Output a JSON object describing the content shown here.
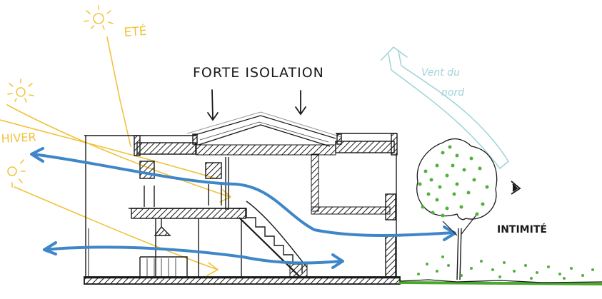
{
  "labels": {
    "ete": "ETÉ",
    "hiver": "HIVER",
    "forte_isolation": "FORTE ISOLATION",
    "vent_line1": "Vent du",
    "vent_line2": "nord",
    "intimite": "INTIMITÉ"
  },
  "colors": {
    "ink": "#1a1a1a",
    "sun": "#f2c23a",
    "air_flow": "#3f86c8",
    "wind": "#9fd3d6",
    "foliage": "#52b03c",
    "ground_grass": "#4aa82f"
  },
  "icons": [
    "sun-icon",
    "arrow-icon",
    "tree-icon",
    "eye-icon"
  ]
}
